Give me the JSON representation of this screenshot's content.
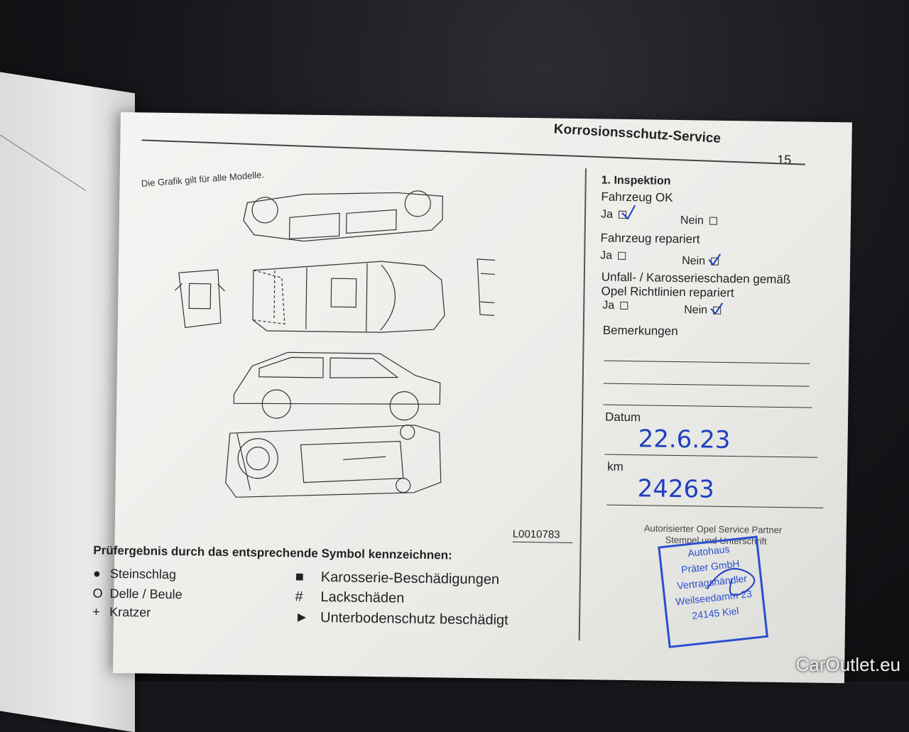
{
  "header": {
    "title": "Korrosionsschutz-Service",
    "page_number": "15"
  },
  "graphic": {
    "note": "Die Grafik gilt für alle Modelle.",
    "code": "L0010783"
  },
  "inspection": {
    "heading": "1. Inspektion",
    "q1": {
      "label": "Fahrzeug OK",
      "yes": "Ja",
      "no": "Nein"
    },
    "q2": {
      "label": "Fahrzeug repariert",
      "yes": "Ja",
      "no": "Nein"
    },
    "q3": {
      "label_line1": "Unfall- / Karosserieschaden gemäß",
      "label_line2": "Opel Richtlinien repariert",
      "yes": "Ja",
      "no": "Nein"
    },
    "remarks_label": "Bemerkungen",
    "date_label": "Datum",
    "date_value": "22.6.23",
    "km_label": "km",
    "km_value": "24263"
  },
  "service_partner": {
    "line1": "Autorisierter Opel Service Partner",
    "line2": "Stempel und Unterschrift"
  },
  "stamp": {
    "line1": "Autohaus",
    "line2": "Präter GmbH",
    "line3": "Vertragshändler",
    "line4": "Weilseedamm 23",
    "line5": "24145 Kiel"
  },
  "legend": {
    "title": "Prüfergebnis durch das entsprechende Symbol kennzeichnen:",
    "items_left": [
      {
        "symbol": "●",
        "label": "Steinschlag"
      },
      {
        "symbol": "O",
        "label": "Delle / Beule"
      },
      {
        "symbol": "+",
        "label": "Kratzer"
      }
    ],
    "items_right": [
      {
        "symbol": "■",
        "label": "Karosserie-Beschädigungen"
      },
      {
        "symbol": "#",
        "label": "Lackschäden"
      },
      {
        "symbol": "►",
        "label": "Unterbodenschutz beschädigt"
      }
    ]
  },
  "watermark": "CarOutlet.eu"
}
